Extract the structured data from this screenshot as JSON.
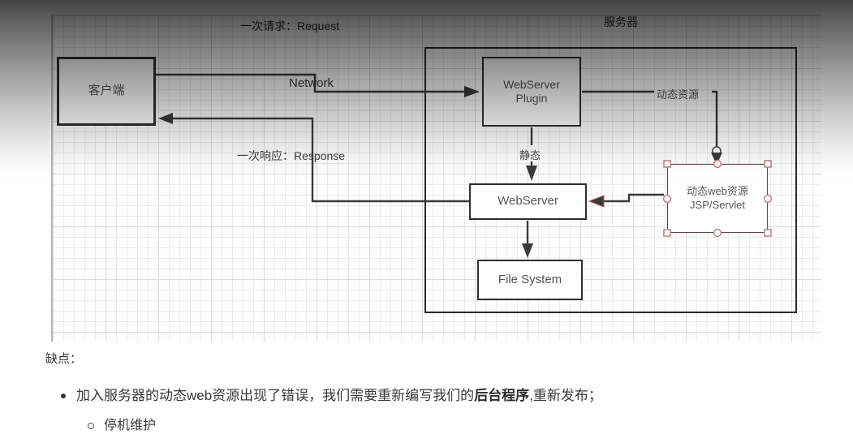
{
  "diagram": {
    "flow_labels": {
      "request": "一次请求：Request",
      "server_title": "服务器",
      "network": "Network",
      "response": "一次响应：Response",
      "dynamic_resource": "动态资源",
      "static_resource": "静态"
    },
    "nodes": {
      "client": "客户端",
      "plugin_line1": "WebServer",
      "plugin_line2": "Plugin",
      "webserver": "WebServer",
      "file_system": "File System",
      "jsp_line1": "动态web资源",
      "jsp_line2": "JSP/Servlet"
    }
  },
  "notes": {
    "heading": "缺点：",
    "bullets": [
      {
        "prefix": "加入服务器的动态web资源出现了错误，我们需要重新编写我们的",
        "bold": "后台程序",
        "suffix": ",重新发布；"
      }
    ],
    "sub_bullets": [
      "停机维护"
    ]
  },
  "colors": {
    "connector_line": "#3a3a3a",
    "box_border": "#2f2f2f",
    "selection_handle": "#c0878c",
    "grid_line": "#e4e4e8",
    "top_fade": "#454545"
  }
}
